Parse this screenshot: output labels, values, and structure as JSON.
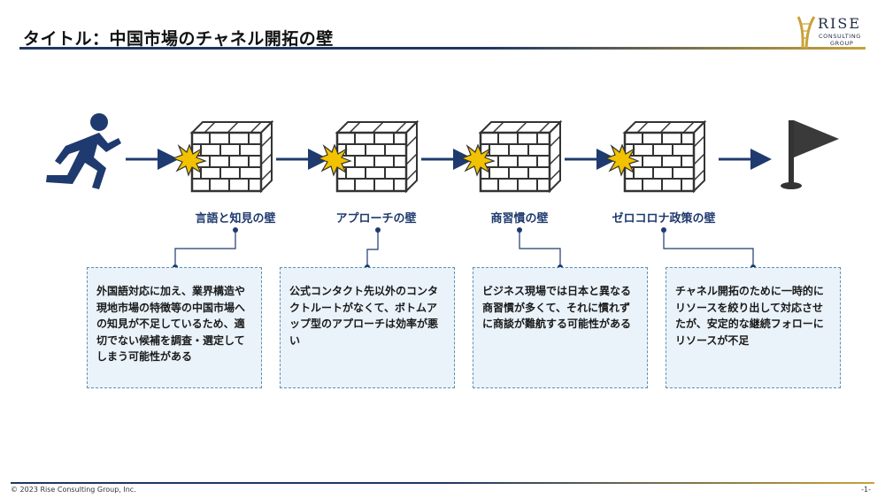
{
  "header": {
    "title": "タイトル：中国市場のチャネル開拓の壁"
  },
  "logo": {
    "word": "RISE",
    "sub1": "CONSULTING",
    "sub2": "GROUP"
  },
  "walls": [
    {
      "label": "言語と知見の壁",
      "description": "外国語対応に加え、業界構造や現地市場の特徴等の中国市場への知見が不足しているため、適切でない候補を調査・選定してしまう可能性がある"
    },
    {
      "label": "アプローチの壁",
      "description": "公式コンタクト先以外のコンタクトルートがなくて、ボトムアップ型のアプローチは効率が悪い"
    },
    {
      "label": "商習慣の壁",
      "description": "ビジネス現場では日本と異なる商習慣が多くて、それに慣れずに商談が難航する可能性がある"
    },
    {
      "label": "ゼロコロナ政策の壁",
      "description": "チャネル開拓のために一時的にリソースを絞り出して対応させたが、安定的な継続フォローにリソースが不足"
    }
  ],
  "footer": {
    "copyright": "© 2023 Rise Consulting Group, Inc.",
    "page": "-1-"
  },
  "colors": {
    "navy": "#1f3864",
    "arrow": "#1f3a6e",
    "gold": "#c9a23a",
    "burst": "#f2c200",
    "box_fill": "#eaf3fa",
    "box_border": "#5f8fb3"
  },
  "icons": [
    "runner-icon",
    "brick-wall-icon",
    "impact-burst-icon",
    "arrow-right-icon",
    "goal-flag-icon"
  ]
}
